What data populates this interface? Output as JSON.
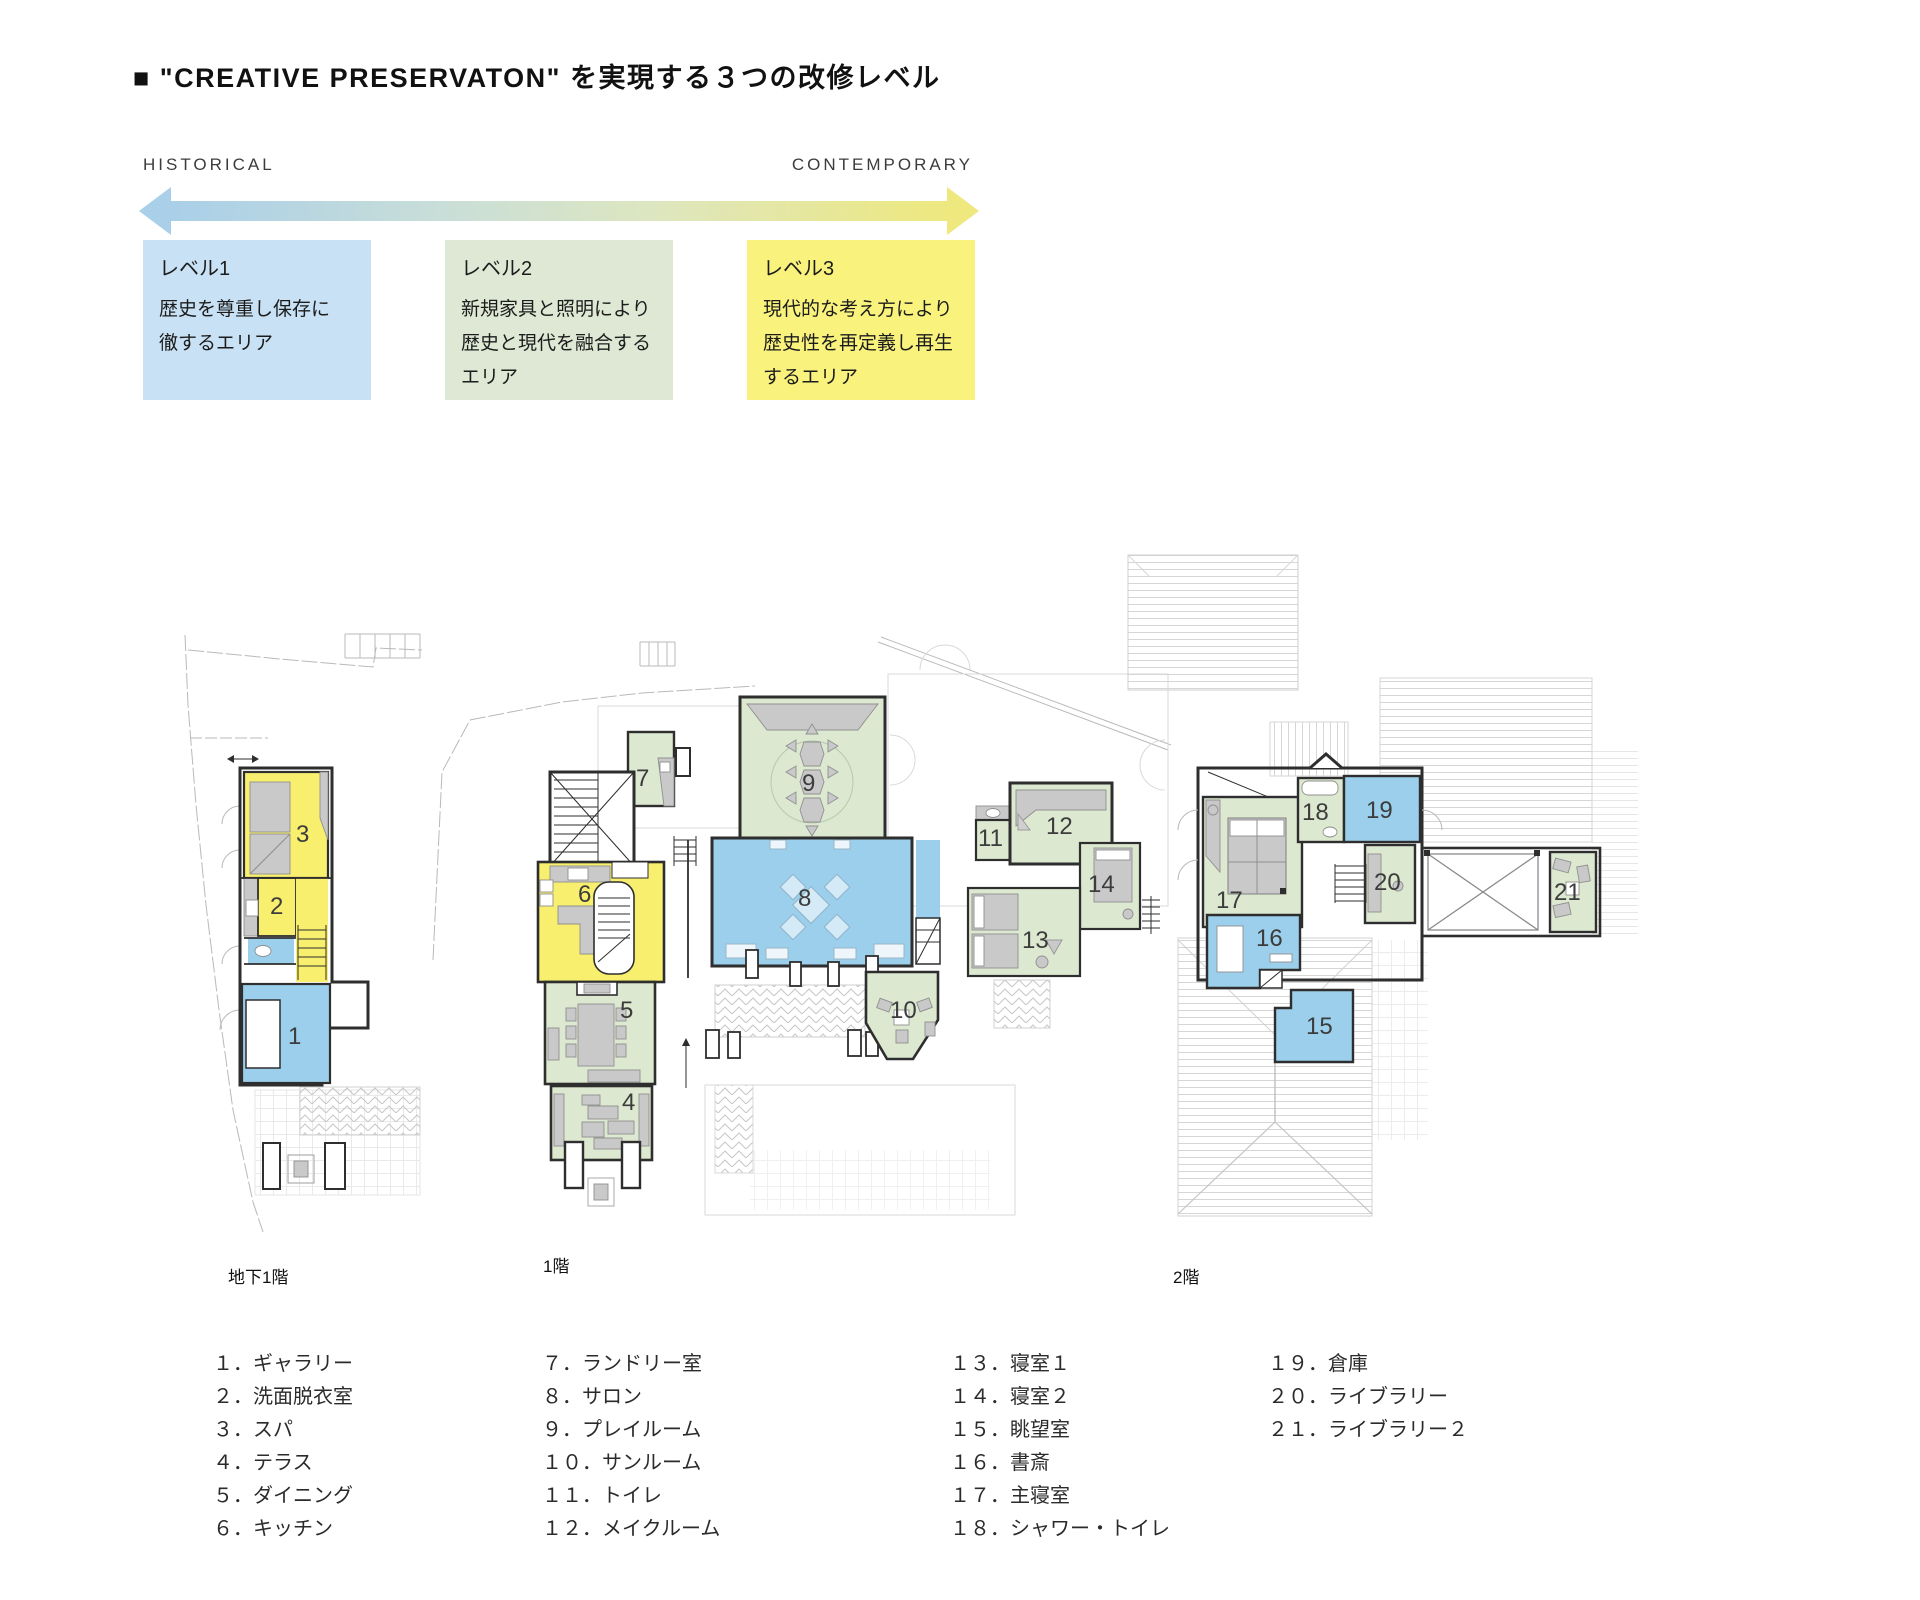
{
  "title": "■ \"CREATIVE PRESERVATON\" を実現する３つの改修レベル",
  "axis": {
    "left_label": "HISTORICAL",
    "right_label": "CONTEMPORARY"
  },
  "levels": [
    {
      "name": "レベル1",
      "lines": [
        "歴史を尊重し保存に",
        "徹するエリア"
      ],
      "color": "#c8e1f4"
    },
    {
      "name": "レベル2",
      "lines": [
        "新規家具と照明により",
        "歴史と現代を融合する",
        "エリア"
      ],
      "color": "#dee8d4"
    },
    {
      "name": "レベル3",
      "lines": [
        "現代的な考え方により",
        "歴史性を再定義し再生",
        "するエリア"
      ],
      "color": "#f9f37d"
    }
  ],
  "floors": [
    {
      "label": "地下1階"
    },
    {
      "label": "1階"
    },
    {
      "label": "2階"
    }
  ],
  "rooms": {
    "r1": "1",
    "r2": "2",
    "r3": "3",
    "r4": "4",
    "r5": "5",
    "r6": "6",
    "r7": "7",
    "r8": "8",
    "r9": "9",
    "r10": "10",
    "r11": "11",
    "r12": "12",
    "r13": "13",
    "r14": "14",
    "r15": "15",
    "r16": "16",
    "r17": "17",
    "r18": "18",
    "r19": "19",
    "r20": "20",
    "r21": "21"
  },
  "legend": {
    "columns": [
      [
        "１．ギャラリー",
        "２．洗面脱衣室",
        "３．スパ",
        "４．テラス",
        "５．ダイニング",
        "６．キッチン"
      ],
      [
        "７．ランドリー室",
        "８．サロン",
        "９．プレイルーム",
        "１０．サンルーム",
        "１１．トイレ",
        "１２．メイクルーム"
      ],
      [
        "１３．寝室１",
        "１４．寝室２",
        "１５．眺望室",
        "１６．書斎",
        "１７．主寝室",
        "１８．シャワー・トイレ"
      ],
      [
        "１９．倉庫",
        "２０．ライブラリー",
        "２１．ライブラリー２"
      ]
    ]
  },
  "palette": {
    "room_blue": "#9bcfec",
    "room_green": "#dce8d0",
    "room_yellow": "#f8ef6e",
    "arrow_blue": "#a9cfe9",
    "arrow_yellow": "#eee87e"
  }
}
